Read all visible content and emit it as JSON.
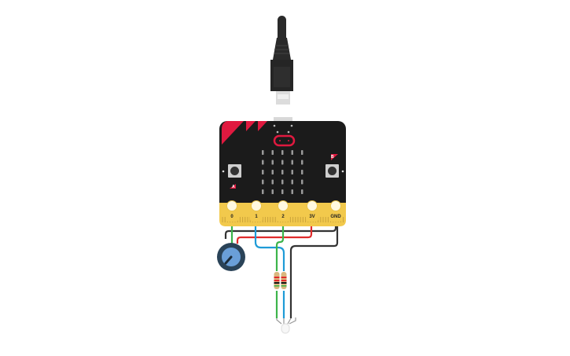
{
  "board": {
    "pins": [
      {
        "label": "0",
        "wire_color": "#3cb44b"
      },
      {
        "label": "1",
        "wire_color": "#1e9bd7"
      },
      {
        "label": "2",
        "wire_color": "#3cb44b"
      },
      {
        "label": "3V",
        "wire_color": "#e02b2b"
      },
      {
        "label": "GND",
        "wire_color": "#333333"
      }
    ],
    "button_a": "A",
    "button_b": "B",
    "accent_color": "#e0193f",
    "body_color": "#1b1b1b",
    "edge_color": "#f2c94c"
  },
  "components": {
    "usb_cable": "usb-cable",
    "potentiometer": "potentiometer",
    "resistors": 2,
    "led": "rgb-led"
  }
}
